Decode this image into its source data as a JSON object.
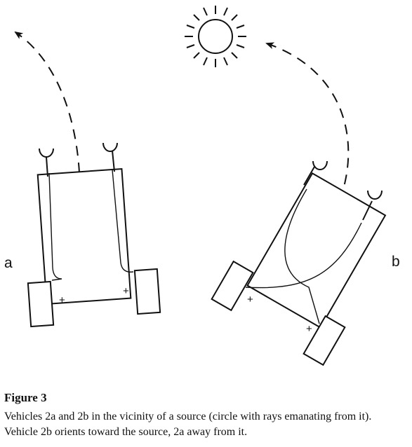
{
  "labels": {
    "vehicle_a": "a",
    "vehicle_b": "b",
    "plus_sign": "+"
  },
  "caption": {
    "title": "Figure 3",
    "text": "Vehicles 2a and 2b in the vicinity of a source (circle with rays emanating from it). Vehicle 2b orients toward the source, 2a away from it."
  },
  "icons": {
    "source": "sun-icon",
    "path_arrow": "arrow-icon"
  },
  "colors": {
    "ink": "#111111",
    "background": "#ffffff"
  }
}
